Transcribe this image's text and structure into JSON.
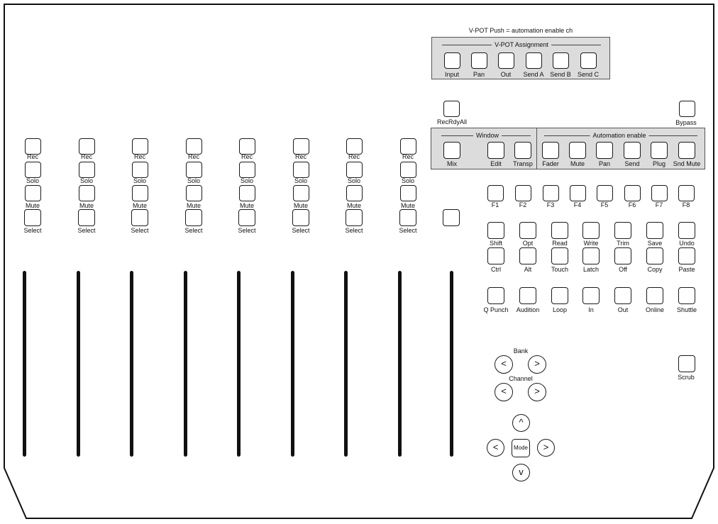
{
  "vpot": {
    "note": "V-POT Push = automation enable ch",
    "title": "V-POT Assignment",
    "buttons": [
      "Input",
      "Pan",
      "Out",
      "Send A",
      "Send B",
      "Send C"
    ]
  },
  "recrdyall_label": "RecRdyAll",
  "bypass_label": "Bypass",
  "window_section": {
    "title": "Window",
    "buttons": [
      "Mix",
      "Edit",
      "Transp"
    ]
  },
  "automation_section": {
    "title": "Automation enable",
    "buttons": [
      "Fader",
      "Mute",
      "Pan",
      "Send",
      "Plug",
      "Snd Mute"
    ]
  },
  "channel_strip": {
    "count": 8,
    "rec": "Rec",
    "solo": "Solo",
    "mute": "Mute",
    "select": "Select"
  },
  "function_keys": [
    "F1",
    "F2",
    "F3",
    "F4",
    "F5",
    "F6",
    "F7",
    "F8"
  ],
  "modifier_row": [
    "Shift",
    "Opt",
    "Read",
    "Write",
    "Trim",
    "Save",
    "Undo"
  ],
  "second_row": [
    "Ctrl",
    "Alt",
    "Touch",
    "Latch",
    "Off",
    "Copy",
    "Paste"
  ],
  "transport_row": [
    "Q Punch",
    "Audition",
    "Loop",
    "In",
    "Out",
    "Online",
    "Shuttle"
  ],
  "nav": {
    "bank_label": "Bank",
    "channel_label": "Channel",
    "prev_glyph": "<",
    "next_glyph": ">",
    "up_glyph": "^",
    "down_glyph": "v",
    "mode_label": "Mode"
  },
  "scrub_label": "Scrub"
}
